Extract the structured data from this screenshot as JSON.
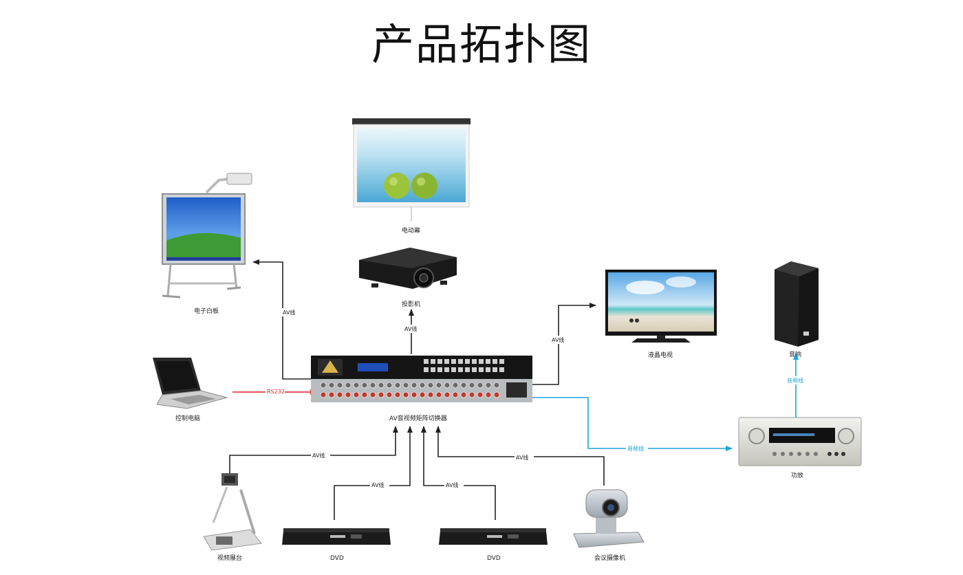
{
  "title": "产品拓扑图",
  "colors": {
    "av_line": "#222222",
    "rs232_line": "#e02020",
    "audio_line": "#1aa3d9"
  },
  "nodes": {
    "whiteboard": "电子白板",
    "screen": "电动幕",
    "projector": "投影机",
    "tv": "液晶电视",
    "speaker": "音响",
    "laptop": "控制电脑",
    "matrix": "AV音视频矩阵切换器",
    "amplifier": "功放",
    "visualizer": "视频展台",
    "dvd1": "DVD",
    "dvd2": "DVD",
    "camera": "会议摄像机"
  },
  "edges": {
    "matrix_whiteboard": "AV线",
    "matrix_projector": "AV线",
    "matrix_tv": "AV线",
    "laptop_matrix": "RS232",
    "matrix_amplifier": "音频线",
    "amplifier_speaker": "音频线",
    "visualizer_matrix": "AV线",
    "dvd1_matrix": "AV线",
    "dvd2_matrix": "AV线",
    "camera_matrix": "AV线"
  }
}
